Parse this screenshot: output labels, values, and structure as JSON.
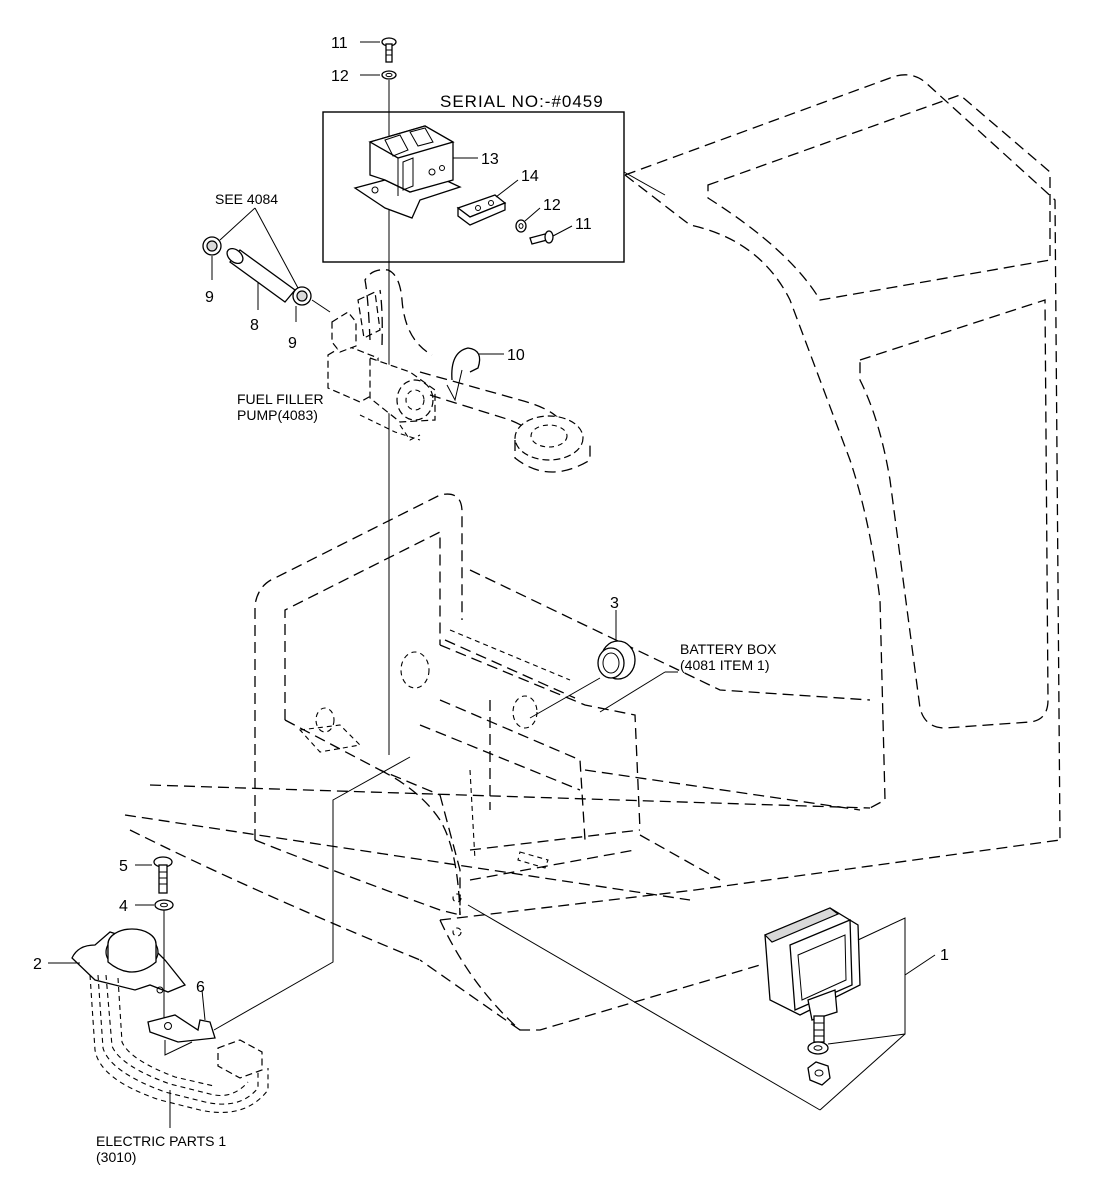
{
  "diagram": {
    "serial_note": "SERIAL NO:-#0459",
    "callouts": {
      "c1": "1",
      "c2": "2",
      "c3": "3",
      "c4": "4",
      "c5": "5",
      "c6": "6",
      "c8": "8",
      "c9a": "9",
      "c9b": "9",
      "c10": "10",
      "c11_top": "11",
      "c12_top": "12",
      "c13": "13",
      "c14": "14",
      "c12_box": "12",
      "c11_box": "11"
    },
    "references": {
      "see_ref": "SEE 4084",
      "fuel_pump_line1": "FUEL FILLER",
      "fuel_pump_line2": "PUMP(4083)",
      "battery_line1": "BATTERY BOX",
      "battery_line2": "(4081 ITEM 1)",
      "electric_line1": "ELECTRIC PARTS 1",
      "electric_line2": "(3010)"
    }
  }
}
